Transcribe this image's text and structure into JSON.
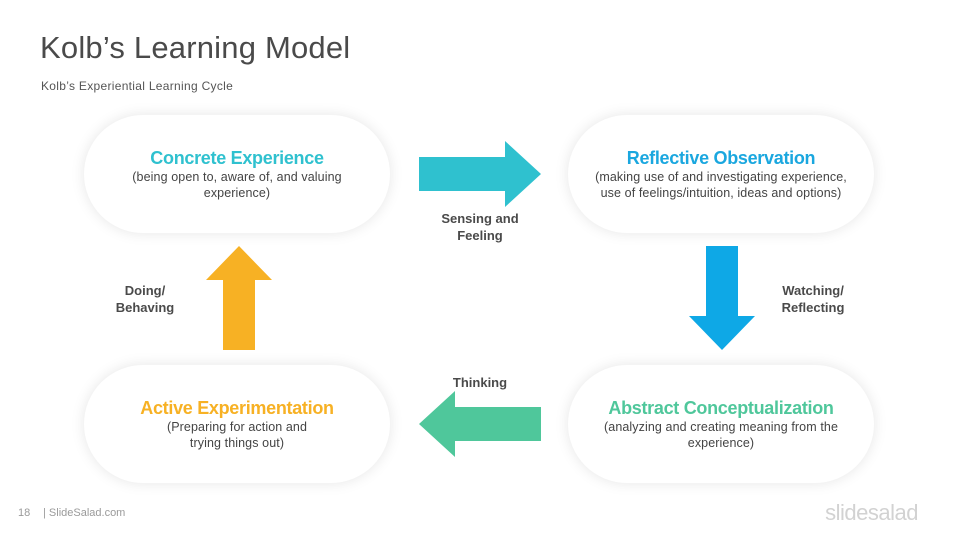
{
  "header": {
    "title": "Kolb’s Learning Model",
    "subtitle": "Kolb’s Experiential Learning Cycle"
  },
  "stages": {
    "concrete": {
      "title": "Concrete Experience",
      "desc": "(being open to, aware of, and valuing experience)",
      "color": "#2fc1cf"
    },
    "reflective": {
      "title": "Reflective Observation",
      "desc": "(making use of and investigating experience, use of feelings/intuition,  ideas and options)",
      "color": "#1aa7df"
    },
    "abstract": {
      "title": "Abstract Conceptualization",
      "desc": "(analyzing and creating meaning from the experience)",
      "color": "#4fc79b"
    },
    "active": {
      "title": "Active Experimentation",
      "desc": "(Preparing  for action and trying things out)",
      "color": "#f7b124"
    }
  },
  "arrows": {
    "sensing": {
      "line1": "Sensing and",
      "line2": "Feeling",
      "color": "#2fc1cf",
      "direction": "right"
    },
    "watching": {
      "line1": "Watching/",
      "line2": "Reflecting",
      "color": "#0ea8e6",
      "direction": "down"
    },
    "thinking": {
      "line1": "Thinking",
      "color": "#4fc79b",
      "direction": "left"
    },
    "doing": {
      "line1": "Doing/",
      "line2": "Behaving",
      "color": "#f7b124",
      "direction": "up"
    }
  },
  "footer": {
    "page_number": "18",
    "site": "| SlideSalad.com",
    "brand": "slidesalad"
  }
}
